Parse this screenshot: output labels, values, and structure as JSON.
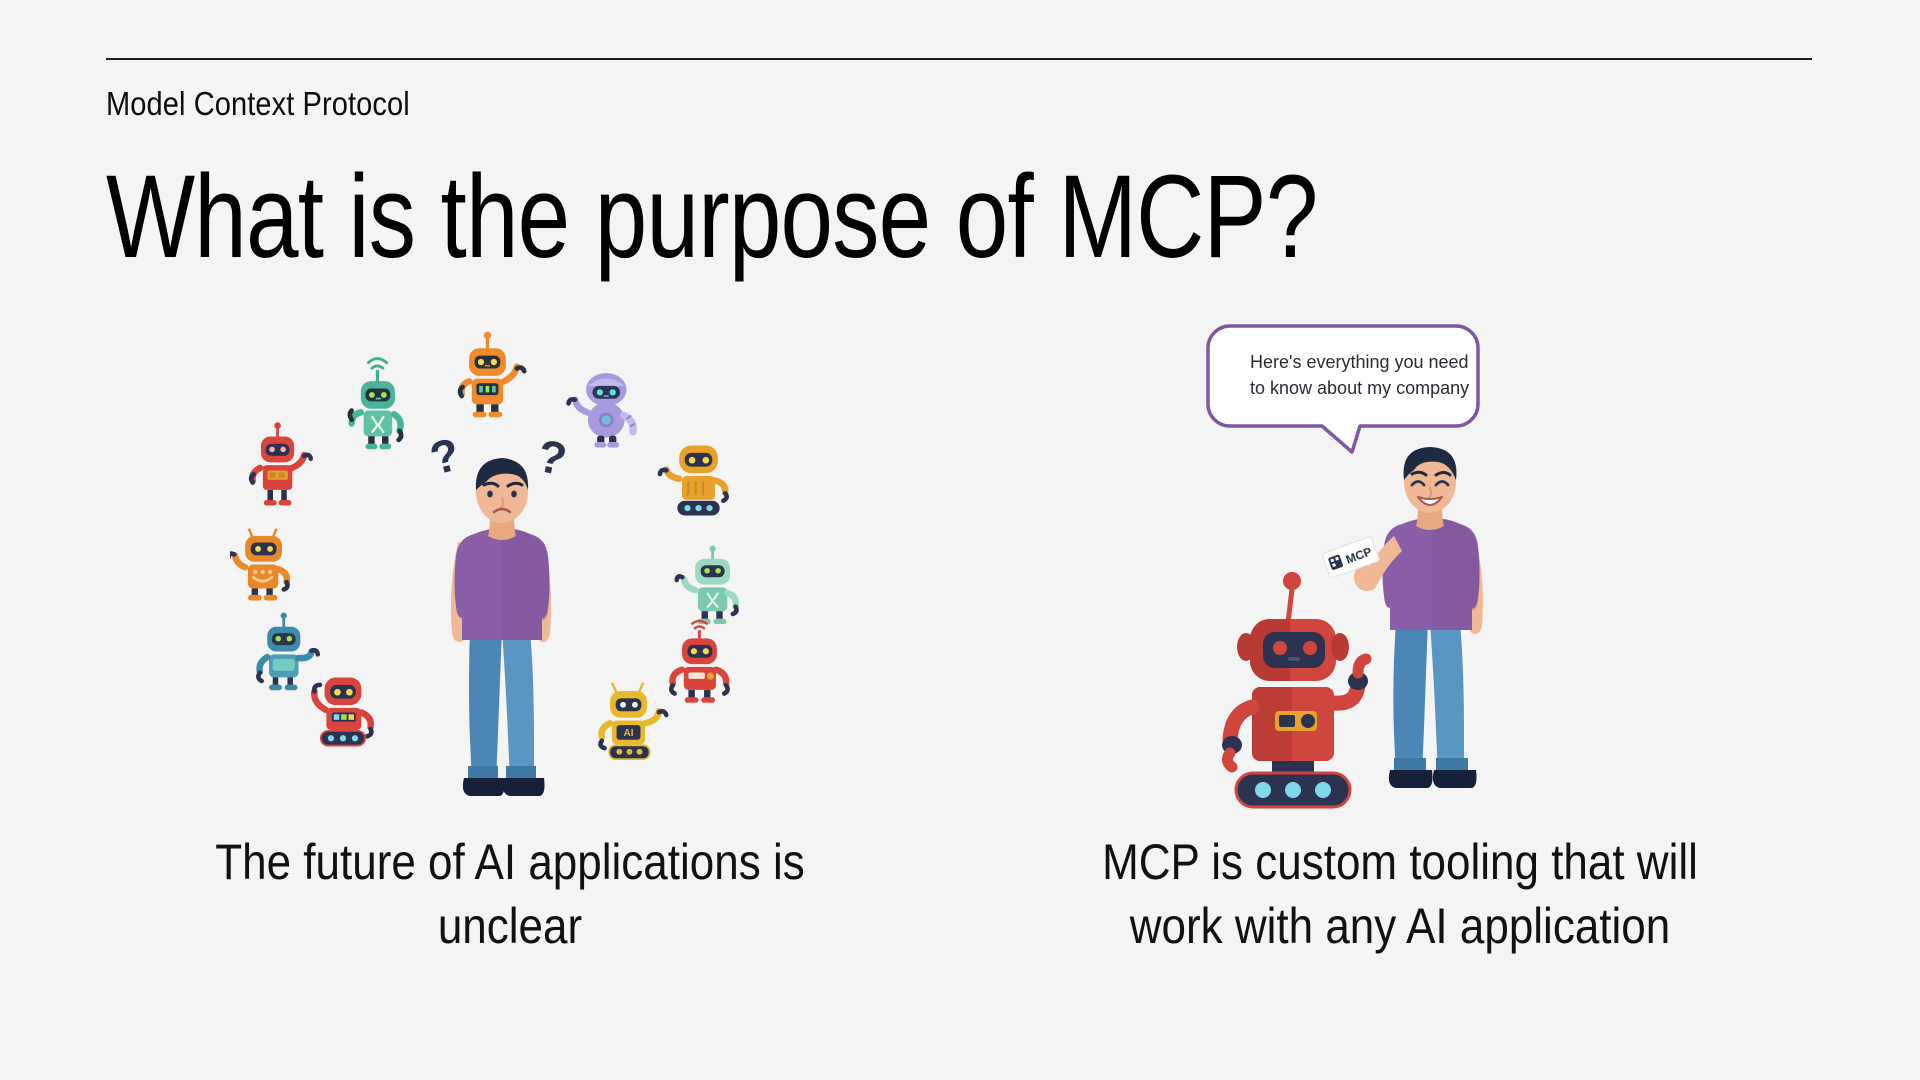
{
  "slide": {
    "background_color": "#f4f4f4",
    "eyebrow": "Model Context Protocol",
    "title": "What is the purpose of MCP?"
  },
  "panels": [
    {
      "id": "left",
      "illustration": "confused-man-surrounded-by-robots",
      "caption_line1": "The future of AI applications is",
      "caption_line2": "unclear",
      "figure": {
        "expression": "confused",
        "shirt_color": "#8B5FA8",
        "pants_color": "#4A87B5",
        "hair_color": "#1E2A42",
        "shoe_color": "#17203A",
        "question_marks": 2
      },
      "robots": [
        {
          "name": "teal-antenna-robot",
          "color": "#3FAF8F",
          "position": "top-left"
        },
        {
          "name": "orange-robot",
          "color": "#F08A2B",
          "position": "top-center"
        },
        {
          "name": "purple-robot",
          "color": "#9B91D8",
          "position": "top-right"
        },
        {
          "name": "red-robot",
          "color": "#D9443C",
          "position": "left-upper"
        },
        {
          "name": "yellow-tread-robot",
          "color": "#E8A22B",
          "position": "right-upper"
        },
        {
          "name": "orange-small-robot",
          "color": "#E8882B",
          "position": "left-mid"
        },
        {
          "name": "mint-robot",
          "color": "#7CC9AE",
          "position": "right-mid"
        },
        {
          "name": "blue-robot",
          "color": "#3C8BA8",
          "position": "left-lower"
        },
        {
          "name": "red-wifi-robot",
          "color": "#D9443C",
          "position": "right-lower"
        },
        {
          "name": "red-tread-robot",
          "color": "#D9443C",
          "position": "bottom-left"
        },
        {
          "name": "yellow-ai-robot",
          "color": "#E8B92B",
          "position": "bottom-right",
          "badge": "AI"
        }
      ]
    },
    {
      "id": "right",
      "illustration": "happy-man-with-mcp-card-and-robot",
      "caption_line1": "MCP is custom tooling that will",
      "caption_line2": "work with any AI application",
      "speech_bubble": {
        "line1": "Here's everything you need",
        "line2": "to know about my company",
        "border_color": "#7E57A5",
        "fill_color": "#ffffff",
        "text_color": "#2b2b3a"
      },
      "card": {
        "label": "MCP",
        "color": "#ffffff"
      },
      "figure": {
        "expression": "happy",
        "shirt_color": "#8B5FA8",
        "pants_color": "#4A87B5",
        "hair_color": "#1E2A42",
        "shoe_color": "#17203A"
      },
      "robot": {
        "name": "red-tread-robot",
        "color": "#D0453E",
        "tread_color": "#2B3350"
      }
    }
  ]
}
